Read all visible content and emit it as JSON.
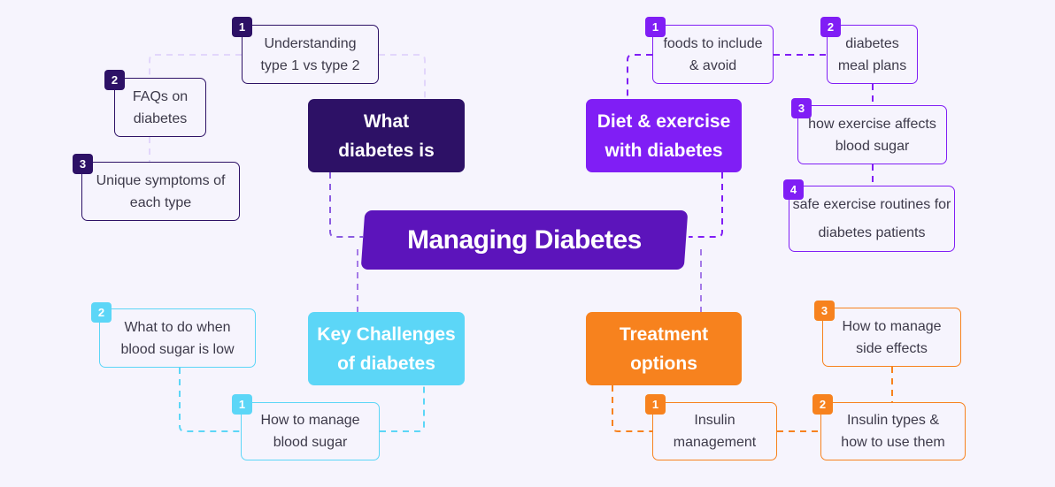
{
  "title": "Managing Diabetes",
  "colors": {
    "dark": "#2d1166",
    "purple": "#801ef5",
    "cyan": "#5cd6f7",
    "orange": "#f7821e",
    "center": "#5c14bb"
  },
  "branches": {
    "what": {
      "label": "What diabetes is",
      "items": [
        {
          "n": "1",
          "t": "Understanding type 1 vs type 2"
        },
        {
          "n": "2",
          "t": "FAQs on diabetes"
        },
        {
          "n": "3",
          "t": "Unique symptoms of each type"
        }
      ]
    },
    "diet": {
      "label": "Diet & exercise with diabetes",
      "items": [
        {
          "n": "1",
          "t": "foods to include & avoid"
        },
        {
          "n": "2",
          "t": "diabetes meal plans"
        },
        {
          "n": "3",
          "t": "how exercise affects blood sugar"
        },
        {
          "n": "4",
          "t": "safe exercise routines for diabetes patients"
        }
      ]
    },
    "challenges": {
      "label": "Key Challenges of diabetes",
      "items": [
        {
          "n": "1",
          "t": "How to manage blood sugar"
        },
        {
          "n": "2",
          "t": "What to do when blood sugar is low"
        }
      ]
    },
    "treatment": {
      "label": "Treatment options",
      "items": [
        {
          "n": "1",
          "t": "Insulin management"
        },
        {
          "n": "2",
          "t": "Insulin types & how to use them"
        },
        {
          "n": "3",
          "t": "How to manage side effects"
        }
      ]
    }
  }
}
